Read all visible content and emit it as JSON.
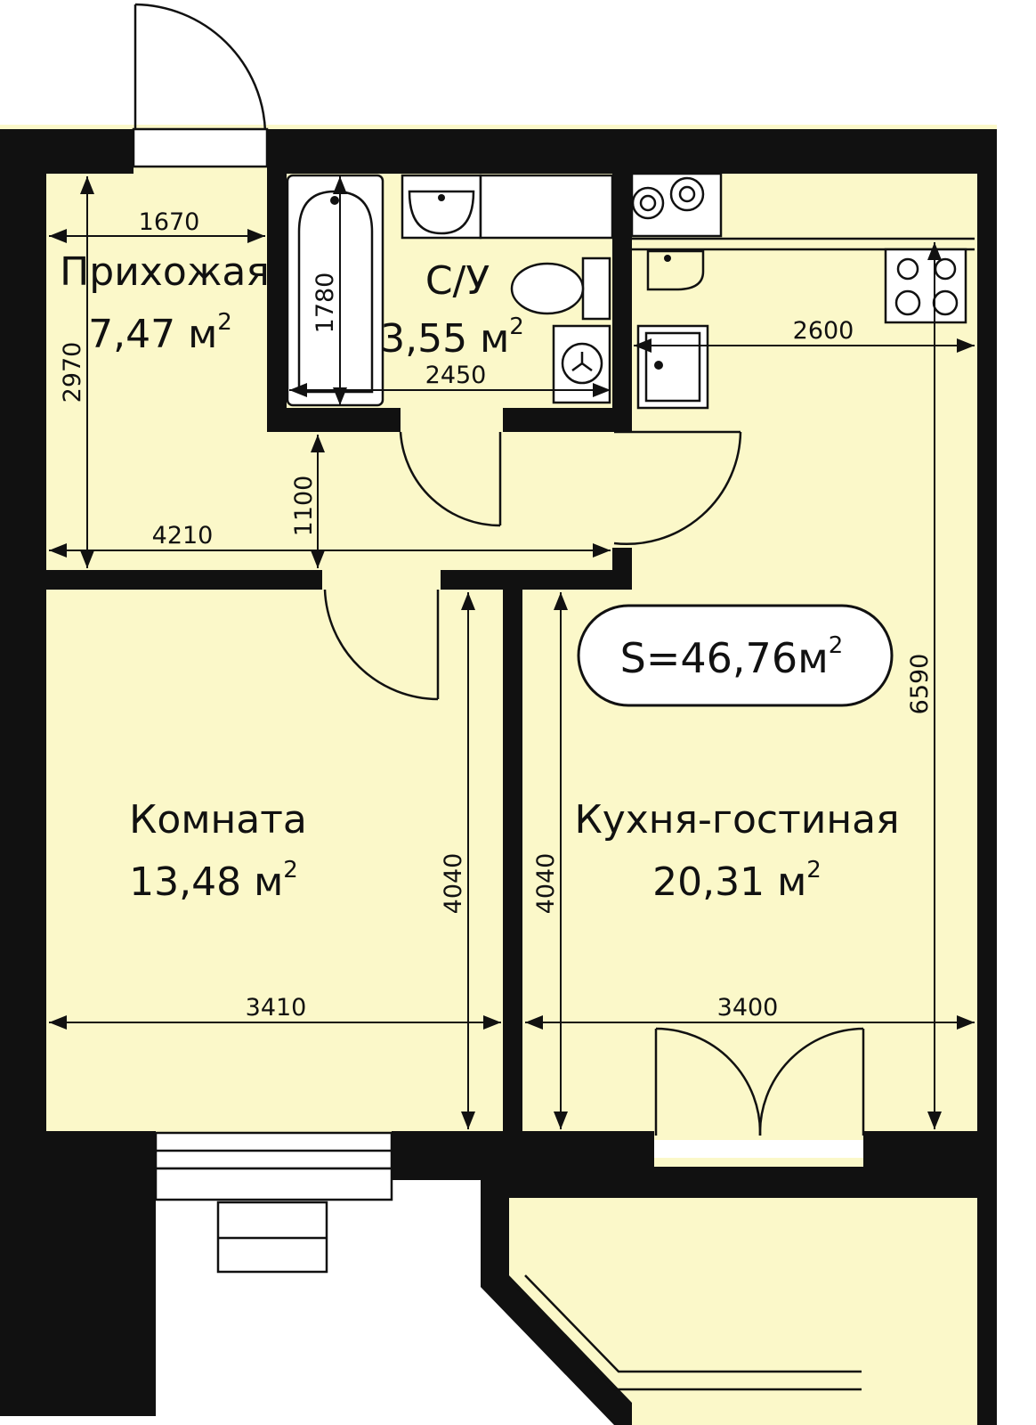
{
  "rooms": {
    "hall": {
      "name": "Прихожая",
      "area": "7,47 м",
      "exp": "2"
    },
    "bath": {
      "name": "С/У",
      "area": "3,55 м",
      "exp": "2"
    },
    "room": {
      "name": "Комната",
      "area": "13,48 м",
      "exp": "2"
    },
    "kitchen": {
      "name": "Кухня-гостиная",
      "area": "20,31 м",
      "exp": "2"
    }
  },
  "total": {
    "text": "S=46,76м",
    "exp": "2"
  },
  "dimensions": {
    "hall_width": "1670",
    "hall_height": "2970",
    "bath_height": "1780",
    "bath_width": "2450",
    "kitchen_top": "2600",
    "corridor_height": "1100",
    "corridor_width": "4210",
    "room_height": "4040",
    "kitchen_height": "4040",
    "kitchen_depth": "6590",
    "room_width": "3410",
    "kitchen_width": "3400"
  },
  "colors": {
    "floor": "#fbf8c9",
    "wall": "#111111"
  }
}
